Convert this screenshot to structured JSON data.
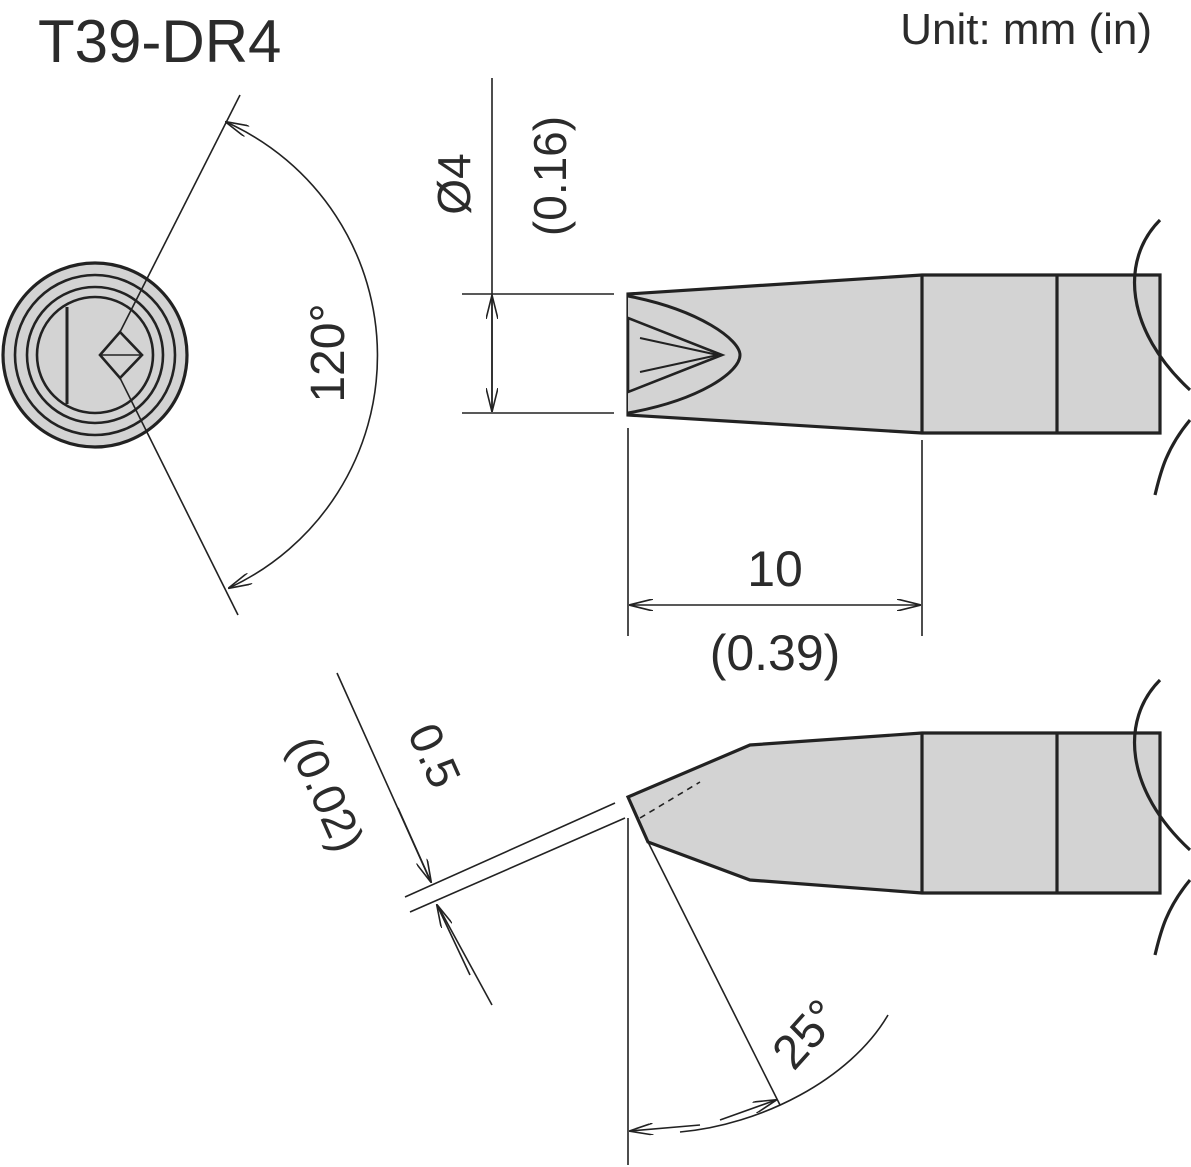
{
  "title": "T39-DR4",
  "unit_note": "Unit: mm (in)",
  "dimensions": {
    "diameter_mm": "Ø4",
    "diameter_in": "(0.16)",
    "length_mm": "10",
    "length_in": "(0.39)",
    "angle_front": "120°",
    "thickness_mm": "0.5",
    "thickness_in": "(0.02)",
    "angle_side": "25°"
  },
  "colors": {
    "line": "#222222",
    "fill": "#d3d3d3",
    "text": "#2b2b2b"
  }
}
